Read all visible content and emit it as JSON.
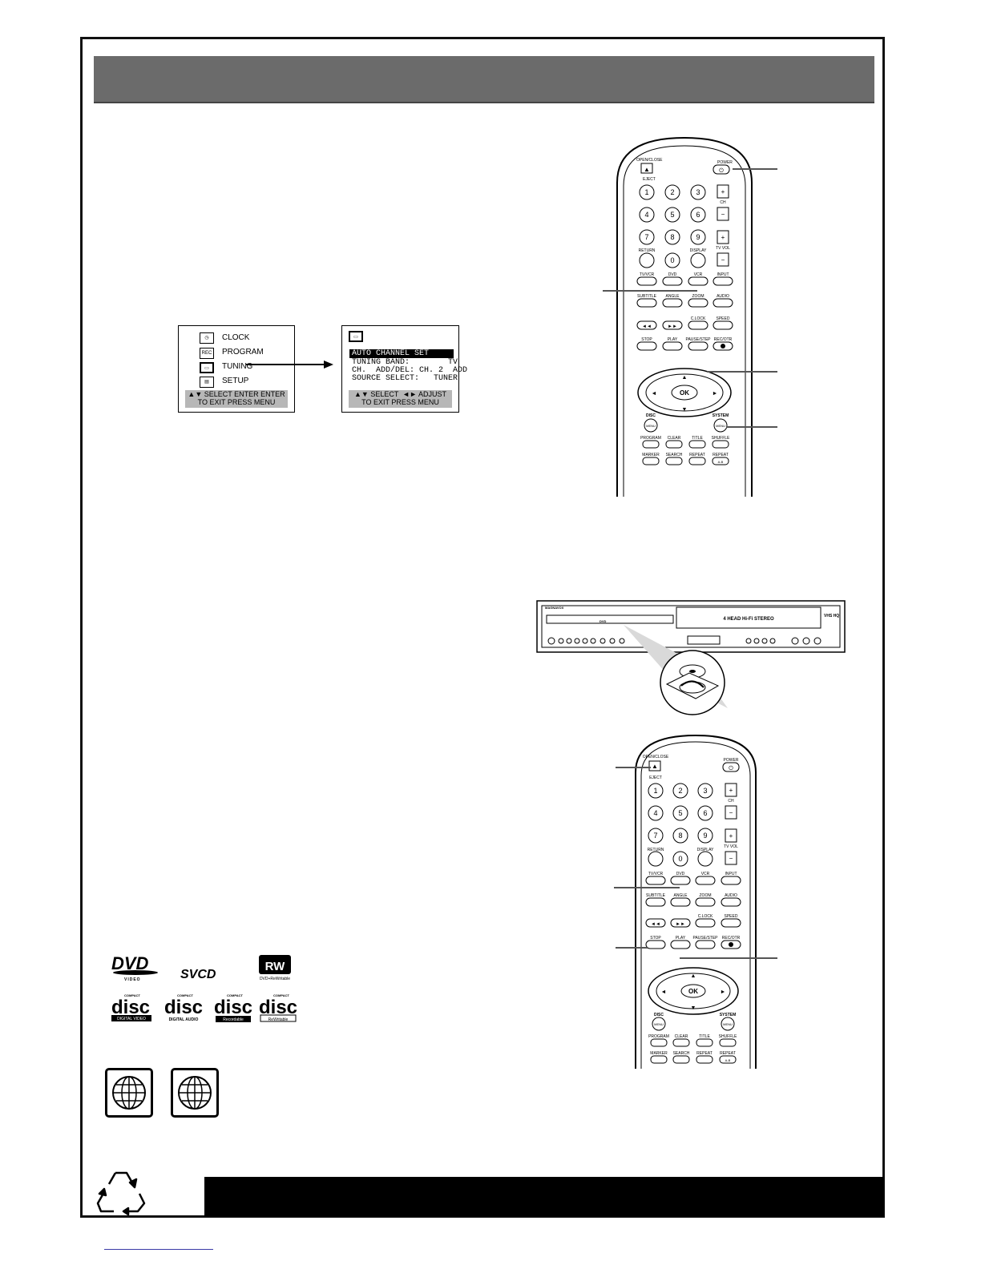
{
  "osd_main_menu": {
    "items": [
      "CLOCK",
      "PROGRAM",
      "TUNING",
      "SETUP"
    ],
    "icons": [
      "clock-icon",
      "rec-icon",
      "tuning-icon",
      "setup-icon"
    ],
    "footer_line1": "▲▼ SELECT ENTER ENTER",
    "footer_line2": "TO EXIT PRESS MENU"
  },
  "osd_tuning_menu": {
    "rows": [
      "AUTO CHANNEL SET",
      "TUNING BAND:        TV",
      "CH.  ADD/DEL: CH. 2  ADD",
      "SOURCE SELECT:   TUNER"
    ],
    "footer_line1": "▲▼ SELECT  ◄► ADJUST",
    "footer_line2": "TO EXIT PRESS MENU"
  },
  "remote_top": {
    "labels": {
      "open_close": "OPEN/CLOSE",
      "eject": "EJECT",
      "power": "POWER",
      "ch": "CH",
      "tv_vol": "TV VOL",
      "return": "RETURN",
      "display": "DISPLAY",
      "tv_vcr": "TV/VCR",
      "dvd": "DVD",
      "vcr": "VCR",
      "input": "INPUT",
      "subtitle": "SUBTITLE",
      "angle": "ANGLE",
      "zoom": "ZOOM",
      "audio": "AUDIO",
      "c_lock": "C.LOCK",
      "speed": "SPEED",
      "stop": "STOP",
      "play": "PLAY",
      "pause_step": "PAUSE/STEP",
      "rec_otr": "REC/OTR",
      "ok": "OK",
      "disc": "DISC",
      "system": "SYSTEM",
      "menu": "MENU",
      "program": "PROGRAM",
      "clear": "CLEAR",
      "title": "TITLE",
      "shuffle": "SHUFFLE",
      "marker": "MARKER",
      "search": "SEARCH",
      "repeat": "REPEAT",
      "ab": "A-B"
    },
    "digits": [
      "1",
      "2",
      "3",
      "4",
      "5",
      "6",
      "7",
      "8",
      "9",
      "0"
    ]
  },
  "deck": {
    "brand": "MAGNAVOX",
    "head_label": "4 HEAD Hi-Fi STEREO",
    "dvd_label": "DVD",
    "vhs_label": "VHS HQ"
  },
  "disc_logos": {
    "dvd": "DVD",
    "dvd_sub": "VIDEO",
    "svcd": "SVCD",
    "rw": "RW",
    "rw_sub": "DVD+ReWritable",
    "cd_items": [
      {
        "line1": "COMPACT",
        "line2": "disc",
        "line3": "DIGITAL VIDEO"
      },
      {
        "line1": "COMPACT",
        "line2": "disc",
        "line3": "DIGITAL AUDIO"
      },
      {
        "line1": "COMPACT",
        "line2": "disc",
        "line3": "Recordable"
      },
      {
        "line1": "COMPACT",
        "line2": "disc",
        "line3": "ReWritable"
      }
    ]
  }
}
